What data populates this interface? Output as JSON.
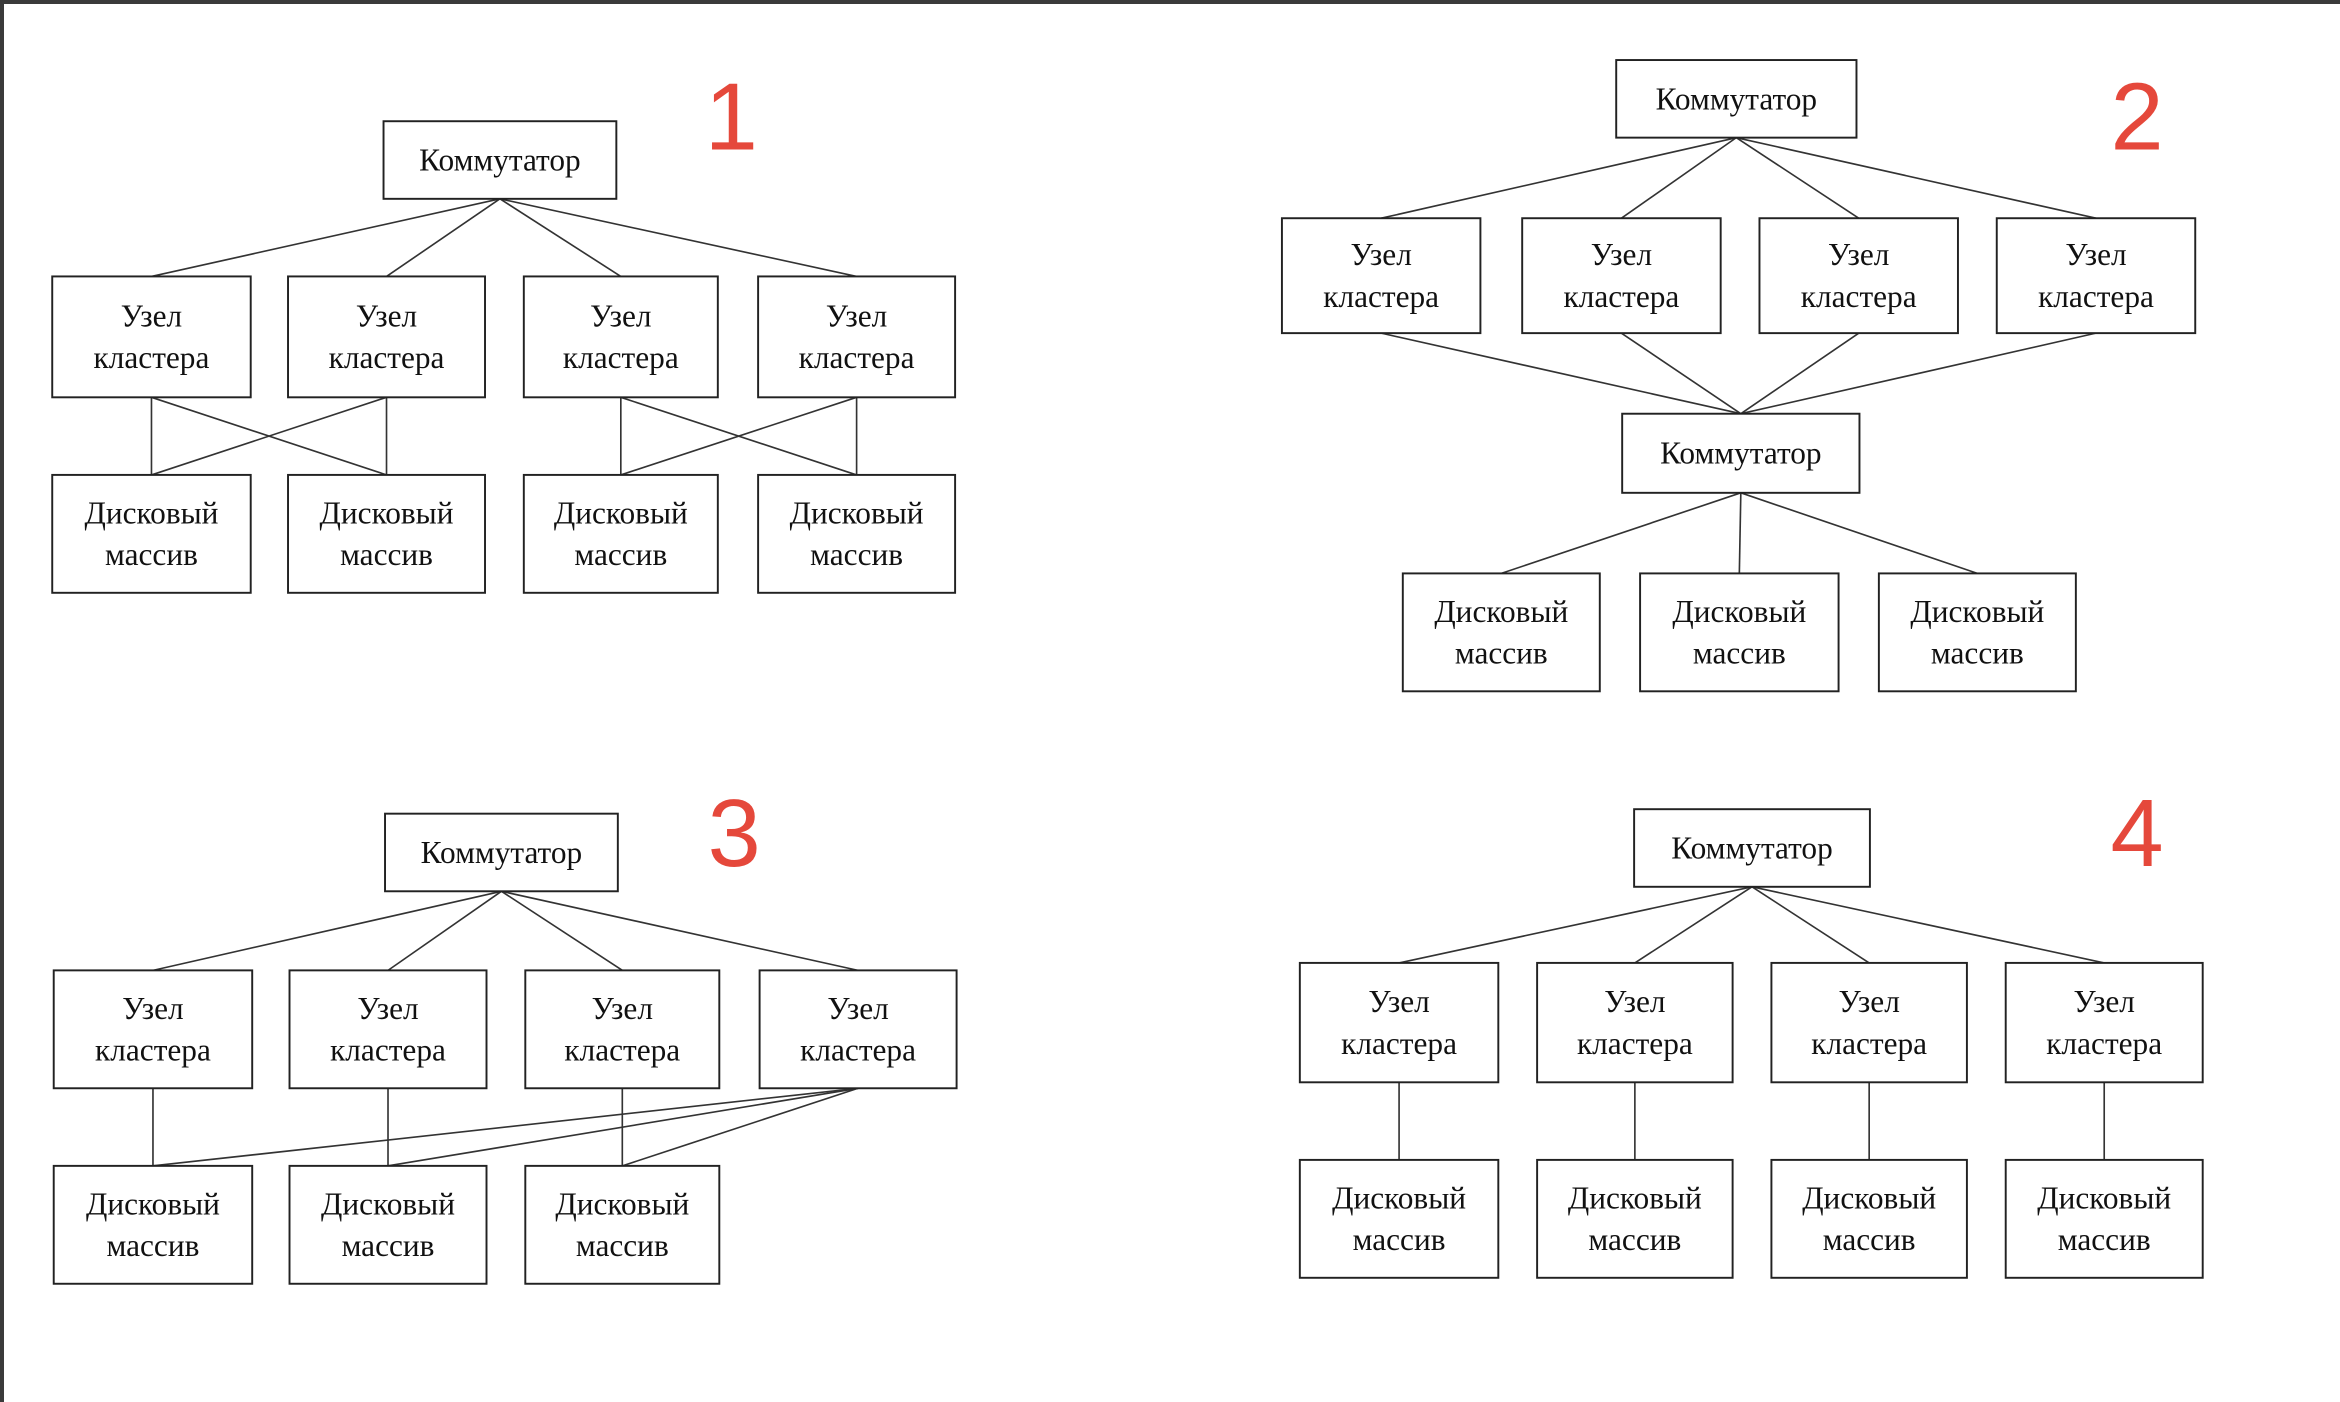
{
  "number_color": "#e5483b",
  "diagrams": [
    {
      "number": "1",
      "boxes": {
        "s": [
          "Коммутатор"
        ],
        "n1": [
          "Узел",
          "кластера"
        ],
        "n2": [
          "Узел",
          "кластера"
        ],
        "n3": [
          "Узел",
          "кластера"
        ],
        "n4": [
          "Узел",
          "кластера"
        ],
        "d1": [
          "Дисковый",
          "массив"
        ],
        "d2": [
          "Дисковый",
          "массив"
        ],
        "d3": [
          "Дисковый",
          "массив"
        ],
        "d4": [
          "Дисковый",
          "массив"
        ]
      },
      "connections": [
        [
          "s",
          "n1"
        ],
        [
          "s",
          "n2"
        ],
        [
          "s",
          "n3"
        ],
        [
          "s",
          "n4"
        ],
        [
          "n1",
          "d1"
        ],
        [
          "n1",
          "d2"
        ],
        [
          "n2",
          "d1"
        ],
        [
          "n2",
          "d2"
        ],
        [
          "n3",
          "d3"
        ],
        [
          "n3",
          "d4"
        ],
        [
          "n4",
          "d3"
        ],
        [
          "n4",
          "d4"
        ]
      ]
    },
    {
      "number": "2",
      "boxes": {
        "s": [
          "Коммутатор"
        ],
        "n1": [
          "Узел",
          "кластера"
        ],
        "n2": [
          "Узел",
          "кластера"
        ],
        "n3": [
          "Узел",
          "кластера"
        ],
        "n4": [
          "Узел",
          "кластера"
        ],
        "s2": [
          "Коммутатор"
        ],
        "d1": [
          "Дисковый",
          "массив"
        ],
        "d2": [
          "Дисковый",
          "массив"
        ],
        "d3": [
          "Дисковый",
          "массив"
        ]
      },
      "connections": [
        [
          "s",
          "n1"
        ],
        [
          "s",
          "n2"
        ],
        [
          "s",
          "n3"
        ],
        [
          "s",
          "n4"
        ],
        [
          "n1",
          "s2"
        ],
        [
          "n2",
          "s2"
        ],
        [
          "n3",
          "s2"
        ],
        [
          "n4",
          "s2"
        ],
        [
          "s2",
          "d1"
        ],
        [
          "s2",
          "d2"
        ],
        [
          "s2",
          "d3"
        ]
      ]
    },
    {
      "number": "3",
      "boxes": {
        "s": [
          "Коммутатор"
        ],
        "n1": [
          "Узел",
          "кластера"
        ],
        "n2": [
          "Узел",
          "кластера"
        ],
        "n3": [
          "Узел",
          "кластера"
        ],
        "n4": [
          "Узел",
          "кластера"
        ],
        "d1": [
          "Дисковый",
          "массив"
        ],
        "d2": [
          "Дисковый",
          "массив"
        ],
        "d3": [
          "Дисковый",
          "массив"
        ]
      },
      "connections": [
        [
          "s",
          "n1"
        ],
        [
          "s",
          "n2"
        ],
        [
          "s",
          "n3"
        ],
        [
          "s",
          "n4"
        ],
        [
          "n1",
          "d1"
        ],
        [
          "n2",
          "d2"
        ],
        [
          "n3",
          "d3"
        ],
        [
          "n4",
          "d1"
        ],
        [
          "n4",
          "d2"
        ],
        [
          "n4",
          "d3"
        ]
      ]
    },
    {
      "number": "4",
      "boxes": {
        "s": [
          "Коммутатор"
        ],
        "n1": [
          "Узел",
          "кластера"
        ],
        "n2": [
          "Узел",
          "кластера"
        ],
        "n3": [
          "Узел",
          "кластера"
        ],
        "n4": [
          "Узел",
          "кластера"
        ],
        "d1": [
          "Дисковый",
          "массив"
        ],
        "d2": [
          "Дисковый",
          "массив"
        ],
        "d3": [
          "Дисковый",
          "массив"
        ],
        "d4": [
          "Дисковый",
          "массив"
        ]
      },
      "connections": [
        [
          "s",
          "n1"
        ],
        [
          "s",
          "n2"
        ],
        [
          "s",
          "n3"
        ],
        [
          "s",
          "n4"
        ],
        [
          "n1",
          "d1"
        ],
        [
          "n2",
          "d2"
        ],
        [
          "n3",
          "d3"
        ],
        [
          "n4",
          "d4"
        ]
      ]
    }
  ]
}
